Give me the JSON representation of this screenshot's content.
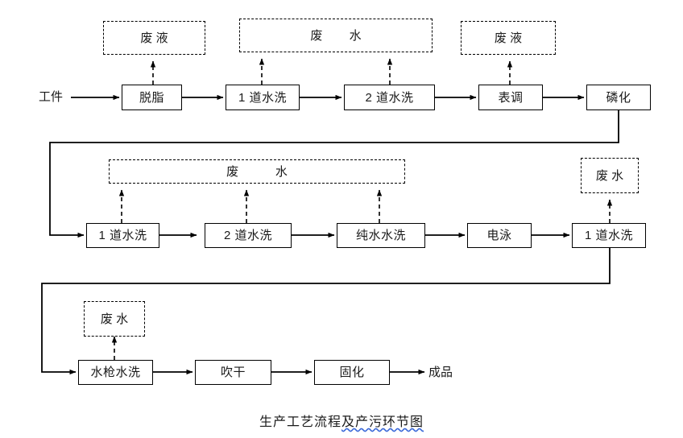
{
  "title": {
    "plain_prefix": "生产工艺流程",
    "underlined": "及产污环节图",
    "full": "生产工艺流程及产污环节图"
  },
  "labels": {
    "input": "工件",
    "output": "成品"
  },
  "rows": [
    {
      "id": "row-1",
      "process_nodes": [
        {
          "name": "degreasing",
          "label": "脱脂"
        },
        {
          "name": "water-wash-1",
          "label": "1 道水洗"
        },
        {
          "name": "water-wash-2",
          "label": "2 道水洗"
        },
        {
          "name": "surface-conditioning",
          "label": "表调"
        },
        {
          "name": "phosphating",
          "label": "磷化"
        }
      ],
      "waste_nodes": [
        {
          "name": "waste-liquid-1",
          "label": "废 液"
        },
        {
          "name": "waste-water-1",
          "label": "废        水"
        },
        {
          "name": "waste-liquid-2",
          "label": "废 液"
        }
      ]
    },
    {
      "id": "row-2",
      "process_nodes": [
        {
          "name": "water-wash-3",
          "label": "1 道水洗"
        },
        {
          "name": "water-wash-4",
          "label": "2 道水洗"
        },
        {
          "name": "pure-water-wash",
          "label": "纯水水洗"
        },
        {
          "name": "electrophoresis",
          "label": "电泳"
        },
        {
          "name": "water-wash-5",
          "label": "1 道水洗"
        }
      ],
      "waste_nodes": [
        {
          "name": "waste-water-2",
          "label": "废           水"
        },
        {
          "name": "waste-water-3",
          "label": "废 水"
        }
      ]
    },
    {
      "id": "row-3",
      "process_nodes": [
        {
          "name": "water-gun-wash",
          "label": "水枪水洗"
        },
        {
          "name": "blow-dry",
          "label": "吹干"
        },
        {
          "name": "curing",
          "label": "固化"
        }
      ],
      "waste_nodes": [
        {
          "name": "waste-water-4",
          "label": "废 水"
        }
      ]
    }
  ],
  "colors": {
    "line": "#000000",
    "text": "#1a1a1a",
    "background": "#ffffff",
    "spellcheck_underline": "#3a68d8"
  }
}
